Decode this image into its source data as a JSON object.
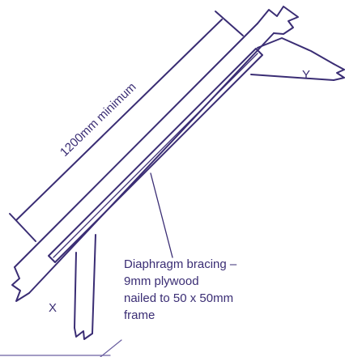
{
  "labels": {
    "dimension": "1200mm minimum",
    "member_x": "X",
    "member_y": "Y",
    "note_lines": [
      "Diaphragm bracing –",
      "9mm plywood",
      "nailed to 50 x 50mm",
      "frame"
    ]
  },
  "colors": {
    "ink": "#3a2d74"
  }
}
